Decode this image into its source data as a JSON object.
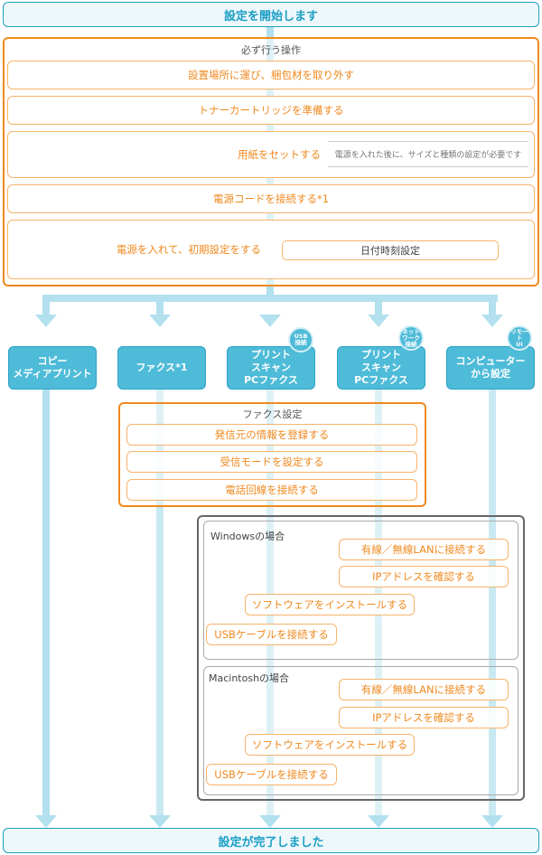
{
  "start_banner": "設定を開始します",
  "end_banner": "設定が完了しました",
  "required_ops": {
    "title": "必ず行う操作",
    "steps": [
      "設置場所に運び、梱包材を取り外す",
      "トナーカートリッジを準備する",
      "用紙をセットする",
      "電源コードを接続する*1",
      "電源を入れて、初期設定をする"
    ],
    "paper_note": "電源を入れた後に、サイズと種類の設定が必要です",
    "datetime_button": "日付時刻設定"
  },
  "modes": [
    {
      "label_lines": [
        "コピー",
        "メディアプリント"
      ],
      "badge": null
    },
    {
      "label_lines": [
        "ファクス*1"
      ],
      "badge": null
    },
    {
      "label_lines": [
        "プリント",
        "スキャン",
        "PCファクス"
      ],
      "badge": [
        "USB",
        "接続"
      ]
    },
    {
      "label_lines": [
        "プリント",
        "スキャン",
        "PCファクス"
      ],
      "badge": [
        "ネット",
        "ワーク",
        "接続"
      ]
    },
    {
      "label_lines": [
        "コンピューター",
        "から設定"
      ],
      "badge": [
        "リモート",
        "UI"
      ]
    }
  ],
  "fax_settings": {
    "title": "ファクス設定",
    "steps": [
      "発信元の情報を登録する",
      "受信モードを設定する",
      "電話回線を接続する"
    ]
  },
  "windows": {
    "title": "Windowsの場合",
    "steps": [
      "有線／無線LANに接続する",
      "IPアドレスを確認する",
      "ソフトウェアをインストールする",
      "USBケーブルを接続する"
    ]
  },
  "mac": {
    "title": "Macintoshの場合",
    "steps": [
      "有線／無線LANに接続する",
      "IPアドレスを確認する",
      "ソフトウェアをインストールする",
      "USBケーブルを接続する"
    ]
  },
  "colors": {
    "accent_blue": "#4ebbd8",
    "banner_text": "#1a9ec4",
    "orange": "#f0891f",
    "flow_line": "#b3e0ee"
  }
}
